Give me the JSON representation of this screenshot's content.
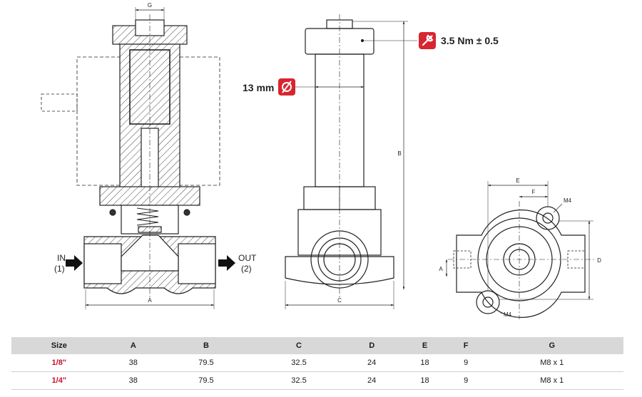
{
  "dimension_letters": {
    "g_top": "G",
    "a_bottom": "A",
    "b_vertical": "B",
    "c_bottom": "C",
    "d_vertical": "D",
    "e_top": "E",
    "f_top": "F",
    "a_side": "A",
    "m4_top": "M4",
    "m4_bottom": "M4"
  },
  "callouts": {
    "torque": "3.5 Nm ± 0.5",
    "diameter": "13 mm",
    "torque_icon": "wrench-icon",
    "diameter_icon": "diameter-symbol-icon",
    "badge_color": "#d7262f"
  },
  "ports": {
    "in_label": "IN",
    "in_number": "(1)",
    "out_label": "OUT",
    "out_number": "(2)"
  },
  "table": {
    "headers": [
      "Size",
      "A",
      "B",
      "C",
      "D",
      "E",
      "F",
      "G"
    ],
    "rows": [
      [
        "1/8\"",
        "38",
        "79.5",
        "32.5",
        "24",
        "18",
        "9",
        "M8 x 1"
      ],
      [
        "1/4\"",
        "38",
        "79.5",
        "32.5",
        "24",
        "18",
        "9",
        "M8 x 1"
      ]
    ]
  }
}
